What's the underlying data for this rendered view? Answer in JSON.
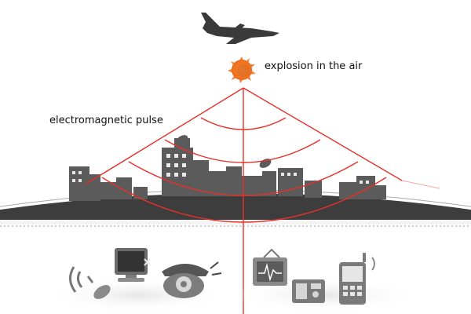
{
  "labels": {
    "explosion": "explosion in the air",
    "pulse": "electromagnetic pulse"
  },
  "colors": {
    "pulse_lines": "#e8302a",
    "silhouette": "#555555",
    "ground_dark": "#3c3c3c",
    "device_gray": "#6f6f6f",
    "explosion_core": "#f07020",
    "explosion_glow": "#f9c030",
    "divider": "#9a9a9a"
  },
  "icons": {
    "aircraft": "fighter-jet-icon",
    "blast": "explosion-icon",
    "city": "city-skyline",
    "devices_left": [
      "signal-waves-icon",
      "computer-monitor-icon",
      "rotary-telephone-icon",
      "satellite-dish-icon"
    ],
    "devices_right": [
      "oscilloscope-monitor-icon",
      "radio-icon",
      "mobile-phone-icon"
    ]
  }
}
